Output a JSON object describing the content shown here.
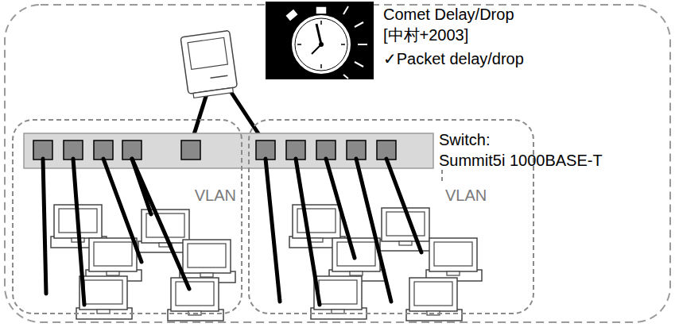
{
  "diagram": {
    "nodes": [
      {
        "text": [
          "VLAN"
        ]
      },
      {
        "text": [
          "VLAN"
        ]
      }
    ],
    "labels": [
      "Comet Delay/Drop",
      "[中村+2003]",
      "✓Packet delay/drop",
      "Switch:",
      "Summit5i 1000BASE-T"
    ]
  }
}
